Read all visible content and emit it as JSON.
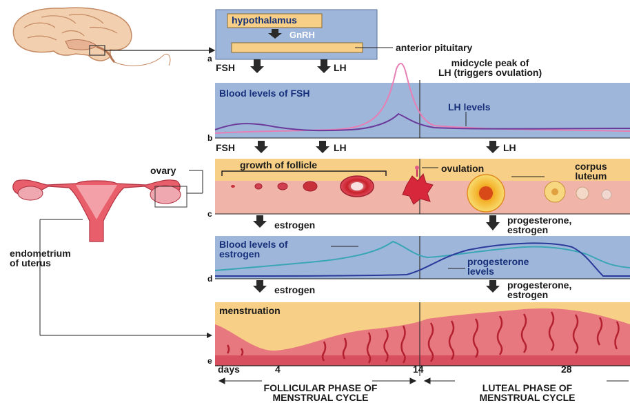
{
  "top_caption": "",
  "hormones": {
    "hypothalamus": "hypothalamus",
    "gnrh": "GnRH",
    "anterior_pituitary": "anterior pituitary",
    "fsh": "FSH",
    "lh": "LH",
    "midcycle_note": "midcycle peak of\nLH (triggers ovulation)"
  },
  "panel_b": {
    "fsh_label": "Blood levels of FSH",
    "lh_label": "LH levels"
  },
  "panel_c": {
    "ovary": "ovary",
    "growth": "growth of follicle",
    "ovulation": "ovulation",
    "corpus_luteum": "corpus\nluteum"
  },
  "panel_d": {
    "estrogen_label": "Blood levels of\nestrogen",
    "progesterone_label": "progesterone\nlevels",
    "estrogen": "estrogen",
    "prog_estrogen": "progesterone,\nestrogen"
  },
  "panel_e": {
    "menstruation": "menstruation",
    "endometrium": "endometrium\nof uterus",
    "days": "days",
    "day_ticks": [
      "4",
      "14",
      "28"
    ]
  },
  "phases": {
    "follicular": "FOLLICULAR PHASE OF\nMENSTRUAL CYCLE",
    "luteal": "LUTEAL PHASE OF\nMENSTRUAL CYCLE"
  },
  "panel_letters": [
    "a",
    "b",
    "c",
    "d",
    "e"
  ],
  "colors": {
    "panel_blue": "#9fb6db",
    "panel_orange": "#f7cf86",
    "tissue_pink": "#f0b5a8",
    "lh_curve": "#e77fb5",
    "fsh_curve": "#6a3a9a",
    "estrogen_curve": "#3aa6b5",
    "progesterone_curve": "#2a3a9a"
  }
}
